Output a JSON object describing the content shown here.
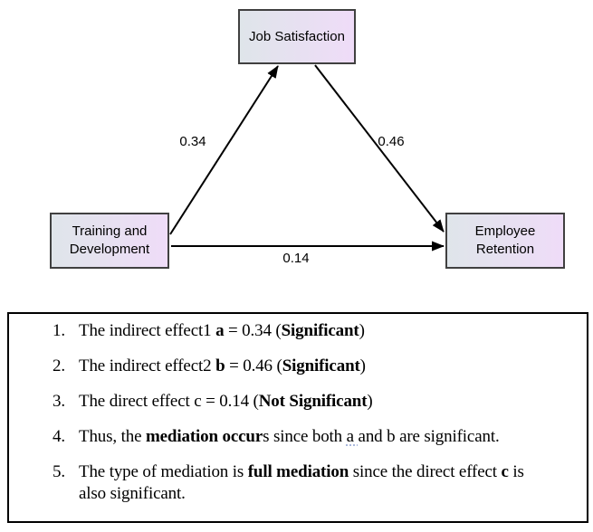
{
  "theme": {
    "node_gradient_left": "#dfe5ea",
    "node_gradient_right": "#efdcf8",
    "node_border": "#404040",
    "arrow": "#000000",
    "panel_border": "#000000",
    "text": "#000000",
    "proofing_underline": "#a9b7dc"
  },
  "diagram": {
    "type": "mediation-path-diagram",
    "nodes": {
      "mediator": {
        "label": "Job Satisfaction"
      },
      "independent": {
        "label": "Training and\nDevelopment"
      },
      "dependent": {
        "label": "Employee\nRetention"
      }
    },
    "paths": {
      "a": {
        "coefficient": "0.34",
        "from": "Training and Development",
        "to": "Job Satisfaction"
      },
      "b": {
        "coefficient": "0.46",
        "from": "Job Satisfaction",
        "to": "Employee Retention"
      },
      "c": {
        "coefficient": "0.14",
        "from": "Training and Development",
        "to": "Employee Retention"
      }
    }
  },
  "notes": {
    "items": [
      {
        "num": "1.",
        "segments": [
          {
            "t": "The indirect effect1 "
          },
          {
            "t": "a",
            "b": true
          },
          {
            "t": " = 0.34 ("
          },
          {
            "t": "Significant",
            "b": true
          },
          {
            "t": ")"
          }
        ]
      },
      {
        "num": "2.",
        "segments": [
          {
            "t": "The indirect effect2 "
          },
          {
            "t": "b",
            "b": true
          },
          {
            "t": " = 0.46 ("
          },
          {
            "t": "Significant",
            "b": true
          },
          {
            "t": ")"
          }
        ]
      },
      {
        "num": "3.",
        "segments": [
          {
            "t": "The direct effect c = 0.14 ("
          },
          {
            "t": "Not Significant",
            "b": true
          },
          {
            "t": ")"
          }
        ]
      },
      {
        "num": "4.",
        "segments": [
          {
            "t": "Thus, the "
          },
          {
            "t": "mediation occur",
            "b": true
          },
          {
            "t": "s since both "
          },
          {
            "t": "a ",
            "u": true
          },
          {
            "t": "and b are significant."
          }
        ]
      },
      {
        "num": "5.",
        "segments": [
          {
            "t": "The type of mediation is "
          },
          {
            "t": "full mediation",
            "b": true
          },
          {
            "t": " since the direct effect "
          },
          {
            "t": "c",
            "b": true
          },
          {
            "t": " is\nalso significant."
          }
        ]
      }
    ]
  }
}
